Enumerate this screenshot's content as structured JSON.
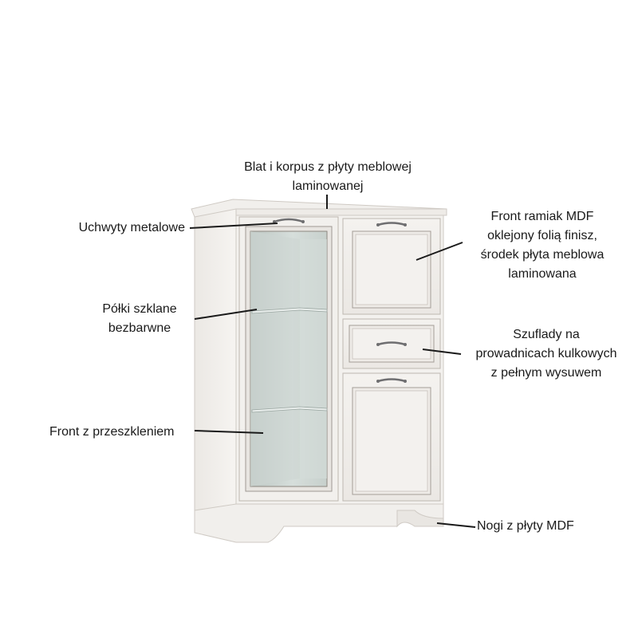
{
  "annotations": {
    "top": {
      "line1": "Blat i korpus z płyty meblowej",
      "line2": "laminowanej"
    },
    "handles": {
      "line1": "Uchwyty metalowe"
    },
    "shelves": {
      "line1": "Półki szklane",
      "line2": "bezbarwne"
    },
    "glass_front": {
      "line1": "Front z przeszkleniem"
    },
    "mdf_front": {
      "line1": "Front ramiak MDF",
      "line2": "oklejony folią finisz,",
      "line3": "środek płyta meblowa",
      "line4": "laminowana"
    },
    "drawers": {
      "line1": "Szuflady na",
      "line2": "prowadnicach kulkowych",
      "line3": "z pełnym wysuwem"
    },
    "legs": {
      "line1": "Nogi z płyty MDF"
    }
  },
  "colors": {
    "cabinet_body": "#f3f1ee",
    "cabinet_edge": "#cfcac4",
    "glass": "#c9d3cf",
    "handle": "#6e6e70",
    "leader_line": "#1a1a1a"
  }
}
